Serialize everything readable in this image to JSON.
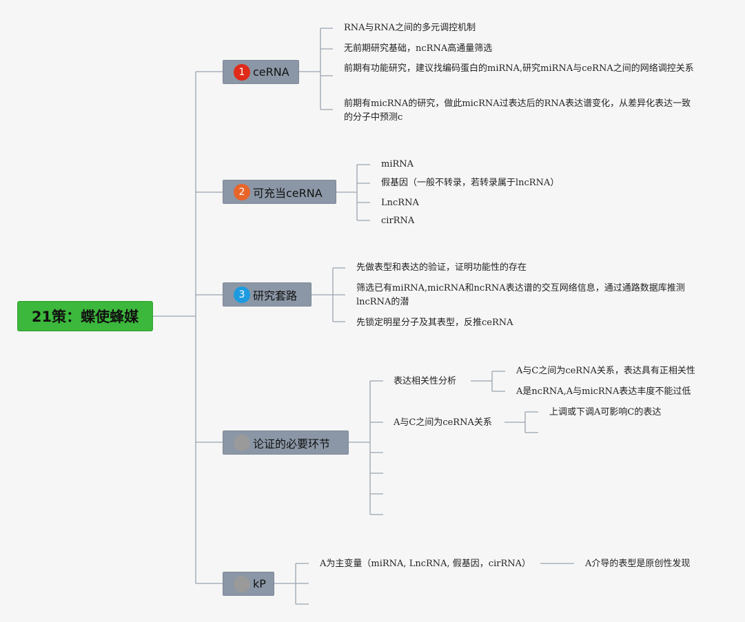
{
  "root": {
    "label": "21策：蝶使蜂媒"
  },
  "branches": [
    {
      "label": "ceRNA",
      "badge": "1",
      "badge_color": "#e02a1a",
      "leaves": [
        "RNA与RNA之间的多元调控机制",
        "无前期研究基础，ncRNA高通量筛选",
        "前期有功能研究，建议找编码蛋白的miRNA,研究miRNA与ceRNA之间的网络调控关系",
        "前期有micRNA的研究，做此micRNA过表达后的RNA表达谱变化，从差异化表达一致的分子中预测c"
      ]
    },
    {
      "label": "可充当ceRNA",
      "badge": "2",
      "badge_color": "#e8652a",
      "leaves": [
        "miRNA",
        "假基因（一般不转录，若转录属于lncRNA）",
        "LncRNA",
        "cirRNA"
      ]
    },
    {
      "label": "研究套路",
      "badge": "3",
      "badge_color": "#1e9be0",
      "leaves": [
        "先做表型和表达的验证，证明功能性的存在",
        "筛选已有miRNA,micRNA和ncRNA表达谱的交互网络信息，通过通路数据库推测lncRNA的潜",
        "先锁定明星分子及其表型，反推ceRNA"
      ]
    },
    {
      "label": "论证的必要环节",
      "badge": "",
      "badge_color": "#9a9a9a",
      "items": [
        {
          "label": "表达相关性分析",
          "children": [
            "A与C之间为ceRNA关系，表达具有正相关性",
            "A是ncRNA,A与micRNA表达丰度不能过低"
          ]
        },
        {
          "label": "A与C之间为ceRNA关系",
          "children": [
            "上调或下调A可影响C的表达"
          ]
        }
      ]
    },
    {
      "label": "kP",
      "badge": "",
      "badge_color": "#9a9a9a",
      "items": [
        {
          "label": "A为主变量（miRNA, LncRNA, 假基因，cirRNA）",
          "children": [
            "A介导的表型是原创性发现"
          ]
        }
      ]
    }
  ]
}
